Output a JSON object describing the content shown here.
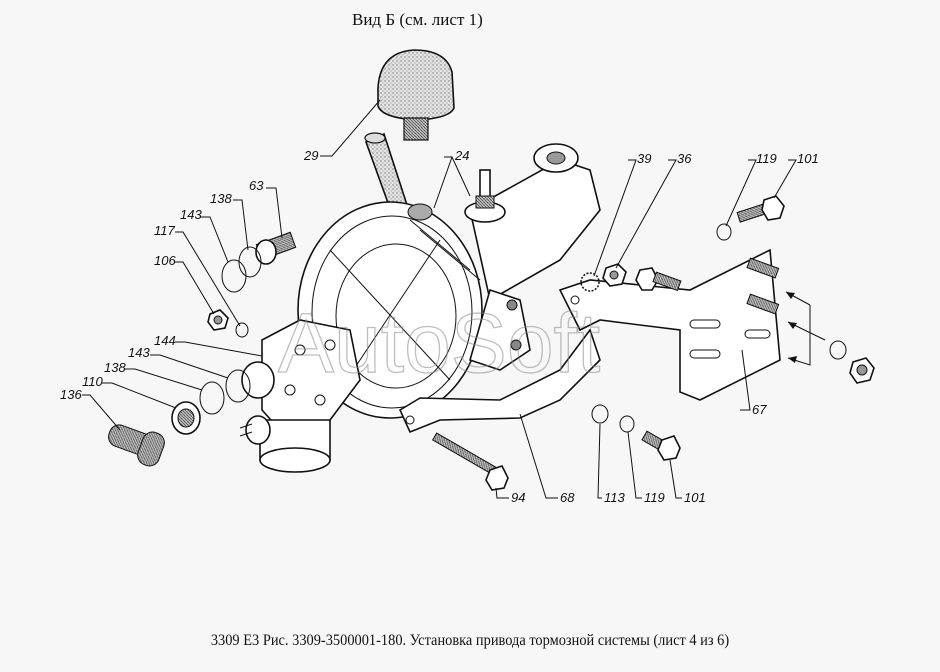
{
  "header": {
    "view_title": "Вид Б (см. лист 1)"
  },
  "caption": "3309 Е3 Рис. 3309-3500001-180. Установка привода тормозной системы (лист 4 из 6)",
  "watermark": "AutoSoft",
  "callouts": [
    {
      "id": "29",
      "label": "29"
    },
    {
      "id": "24",
      "label": "24"
    },
    {
      "id": "63",
      "label": "63"
    },
    {
      "id": "138-top",
      "label": "138"
    },
    {
      "id": "143-top",
      "label": "143"
    },
    {
      "id": "117",
      "label": "117"
    },
    {
      "id": "106",
      "label": "106"
    },
    {
      "id": "144",
      "label": "144"
    },
    {
      "id": "143-bottom",
      "label": "143"
    },
    {
      "id": "138-bottom",
      "label": "138"
    },
    {
      "id": "110",
      "label": "110"
    },
    {
      "id": "136",
      "label": "136"
    },
    {
      "id": "39",
      "label": "39"
    },
    {
      "id": "36",
      "label": "36"
    },
    {
      "id": "119-top",
      "label": "119"
    },
    {
      "id": "101-top",
      "label": "101"
    },
    {
      "id": "67",
      "label": "67"
    },
    {
      "id": "94",
      "label": "94"
    },
    {
      "id": "68",
      "label": "68"
    },
    {
      "id": "113",
      "label": "113"
    },
    {
      "id": "119-bottom",
      "label": "119"
    },
    {
      "id": "101-bottom",
      "label": "101"
    }
  ]
}
